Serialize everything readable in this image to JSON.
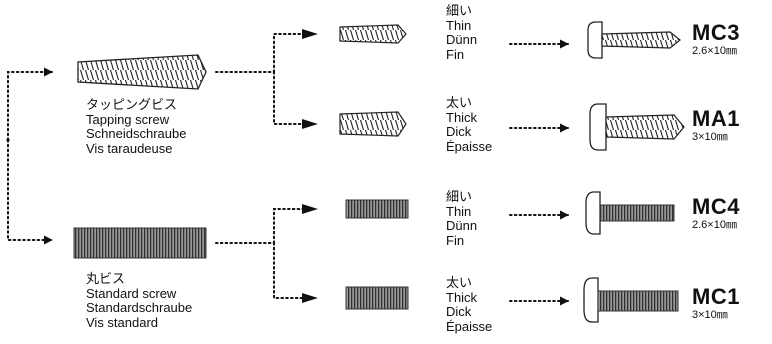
{
  "tapping": {
    "title": "タッピングビス",
    "lines": [
      "Tapping screw",
      "Schneidschraube",
      "Vis taraudeuse"
    ]
  },
  "standard": {
    "title": "丸ビス",
    "lines": [
      "Standard screw",
      "Standardschraube",
      "Vis standard"
    ]
  },
  "thin_label": [
    "細い",
    "Thin",
    "Dünn",
    "Fin"
  ],
  "thick_label": [
    "太い",
    "Thick",
    "Dick",
    "Épaisse"
  ],
  "screws": [
    {
      "code": "MC3",
      "size": "2.6×10㎜"
    },
    {
      "code": "MA1",
      "size": "3×10㎜"
    },
    {
      "code": "MC4",
      "size": "2.6×10㎜"
    },
    {
      "code": "MC1",
      "size": "3×10㎜"
    }
  ],
  "colors": {
    "ink": "#111111",
    "shaft": "#8a8a8a",
    "thread": "#3a3a3a"
  }
}
